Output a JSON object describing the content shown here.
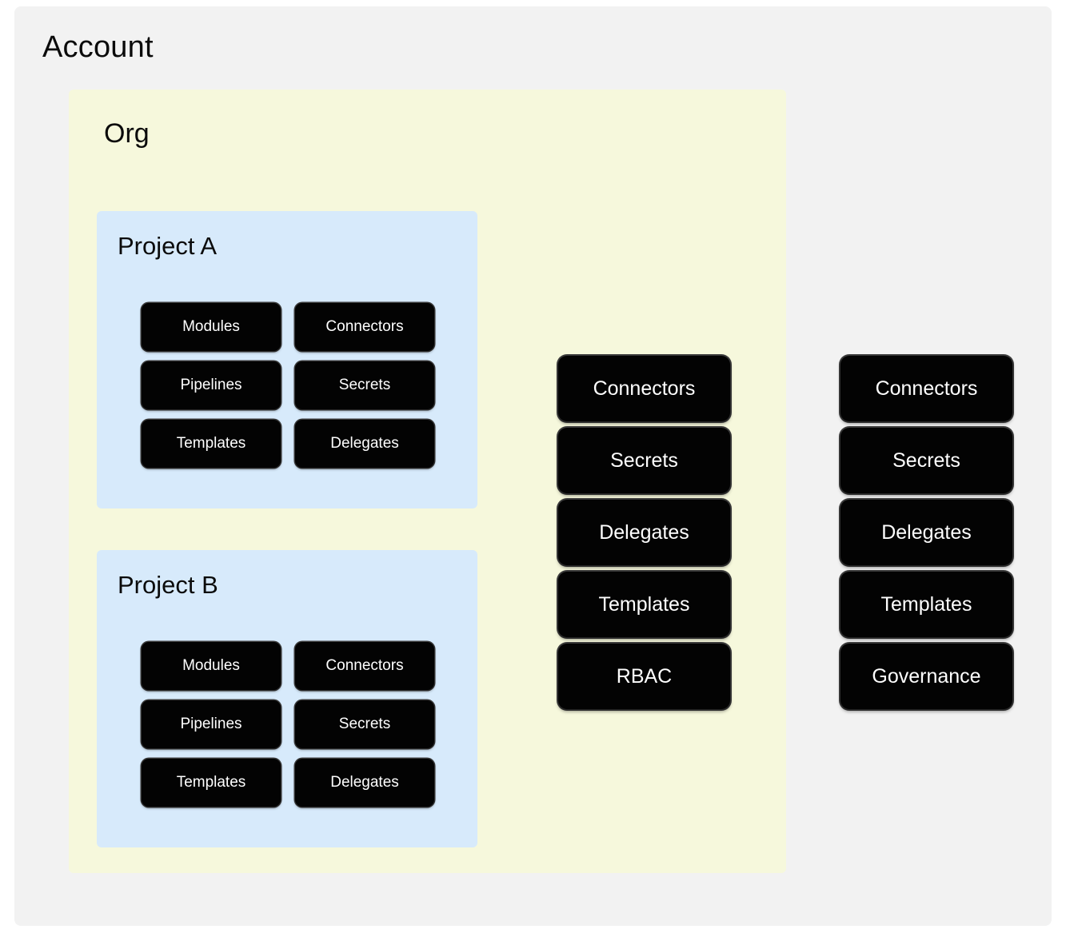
{
  "account": {
    "title": "Account",
    "background_color": "#f2f2f2"
  },
  "org": {
    "title": "Org",
    "background_color": "#f6f8dc"
  },
  "projects": [
    {
      "title": "Project A",
      "background_color": "#d7eafb",
      "resources": [
        "Modules",
        "Connectors",
        "Pipelines",
        "Secrets",
        "Templates",
        "Delegates"
      ]
    },
    {
      "title": "Project B",
      "background_color": "#d7eafb",
      "resources": [
        "Modules",
        "Connectors",
        "Pipelines",
        "Secrets",
        "Templates",
        "Delegates"
      ]
    }
  ],
  "org_scope": {
    "items": [
      "Connectors",
      "Secrets",
      "Delegates",
      "Templates",
      "RBAC"
    ],
    "chip_color": "#030303",
    "chip_text_color": "#ffffff"
  },
  "account_scope": {
    "items": [
      "Connectors",
      "Secrets",
      "Delegates",
      "Templates",
      "Governance"
    ],
    "chip_color": "#030303",
    "chip_text_color": "#ffffff"
  }
}
